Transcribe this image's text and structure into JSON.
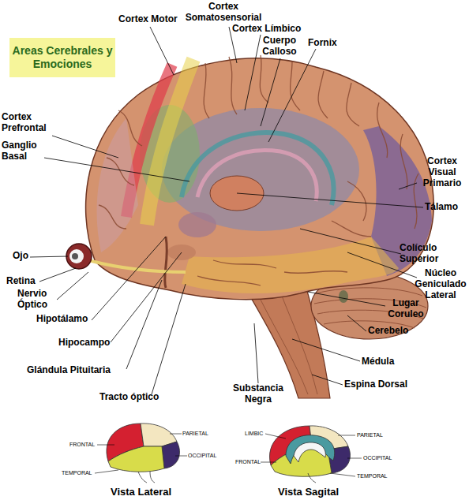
{
  "diagram": {
    "title": "Areas Cerebrales y Emociones",
    "labels": [
      "Cortex Motor",
      "Cortex Somatosensorial",
      "Cortex Límbico",
      "Cuerpo Calloso",
      "Fornix",
      "Cortex Prefrontal",
      "Ganglio Basal",
      "Cortex Visual Primario",
      "Tálamo",
      "Ojo",
      "Colículo Superior",
      "Retina",
      "Núcleo Geniculado Lateral",
      "Nervio Óptico",
      "Lugar Coruleo",
      "Hipotálamo",
      "Hipocampo",
      "Cerebelo",
      "Médula",
      "Glándula Pituitaria",
      "Espina Dorsal",
      "Tracto óptico",
      "Substancia Negra",
      "PARIETAL",
      "FRONTAL",
      "OCCIPITAL",
      "TEMPORAL",
      "Vista Lateral",
      "LIMBIC",
      "PARIETAL",
      "FRONTAL",
      "OCCIPITAL",
      "TEMPORAL",
      "Vista Sagital"
    ]
  }
}
